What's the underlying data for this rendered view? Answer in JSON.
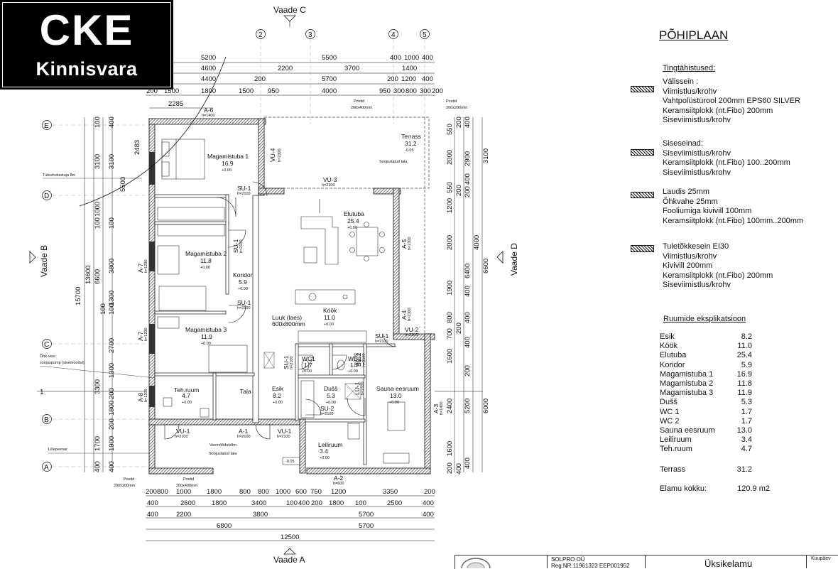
{
  "logo": {
    "main": "CKE",
    "sub": "Kinnisvara"
  },
  "title": "PÕHIPLAAN",
  "legend": {
    "heading": "Tingtähistused:",
    "items": [
      {
        "lines": [
          "Välissein :",
          "Viimistlus/krohv",
          "Vahtpolüstürool 200mm EPS60 SILVER",
          "Keramsiitplokk (nt.Fibo) 200mm",
          "Siseviimistlus/krohv"
        ]
      },
      {
        "lines": [
          "Siseseinad:",
          "Siseviimistlus/krohv",
          "Keramsiitplokk (nt.Fibo) 100..200mm",
          "Siseviimistlus/krohv"
        ]
      },
      {
        "lines": [
          "Laudis 25mm",
          "Õhkvahe 25mm",
          "Fooliumiga kivivill 100mm",
          "Keramsiitplokk (nt.Fibo) 100mm..200mm"
        ]
      },
      {
        "lines": [
          "Tuletõkkesein EI30",
          "Viimistlus/krohv",
          "Kivivill 200mm",
          "Keramsiitplokk (nt.Fibo) 200mm",
          "Siseviimistlus/krohv"
        ]
      }
    ]
  },
  "rooms_table": {
    "heading": "Ruumide eksplikatsioon",
    "rows": [
      {
        "name": "Esik",
        "area": "8.2"
      },
      {
        "name": "Köök",
        "area": "11.0"
      },
      {
        "name": "Elutuba",
        "area": "25.4"
      },
      {
        "name": "Koridor",
        "area": "5.9"
      },
      {
        "name": "Magamistuba 1",
        "area": "16.9"
      },
      {
        "name": "Magamistuba 2",
        "area": "11.8"
      },
      {
        "name": "Magamistuba 3",
        "area": "11.9"
      },
      {
        "name": "Dušš",
        "area": "5.3"
      },
      {
        "name": "WC 1",
        "area": "1.7"
      },
      {
        "name": "WC 2",
        "area": "1.7"
      },
      {
        "name": "Sauna eesruum",
        "area": "13.0"
      },
      {
        "name": "Leiliruum",
        "area": "3.4"
      },
      {
        "name": "Teh.ruum",
        "area": "4.7"
      }
    ],
    "terrace": {
      "name": "Terrass",
      "area": "31.2"
    },
    "total": {
      "name": "Elamu kokku:",
      "area": "120.9 m2"
    }
  },
  "title_block": {
    "company": "SOLPRO OÜ",
    "reg": "Reg.NR.11961323 EEP001952",
    "project": "Üksikelamu",
    "date_label": "Kuupäev"
  },
  "views": {
    "c": "Vaade C",
    "a": "Vaade A",
    "b": "Vaade B",
    "d": "Vaade D"
  },
  "axes": {
    "top": [
      "2",
      "3",
      "4",
      "5"
    ],
    "left": [
      "E",
      "D",
      "C",
      "1",
      "B",
      "A"
    ]
  },
  "dims": {
    "top1": [
      "5200",
      "5500",
      "400",
      "1000",
      "400"
    ],
    "top2": [
      "4600",
      "2200",
      "3700",
      "1400"
    ],
    "top3": [
      "4400",
      "200",
      "5700",
      "200",
      "1200",
      "400"
    ],
    "top4": [
      "200",
      "1500",
      "1800",
      "1500",
      "950",
      "4000",
      "950",
      "300",
      "800",
      "300",
      "200"
    ],
    "bottom1": [
      "200",
      "800",
      "1000",
      "1800",
      "800",
      "800",
      "1000",
      "600",
      "750",
      "1200",
      "3350",
      "200"
    ],
    "bottom2": [
      "400",
      "2600",
      "1800",
      "3400",
      "100",
      "400",
      "200",
      "1800",
      "100",
      "2500",
      "400"
    ],
    "bottom3": [
      "400",
      "2200",
      "3800",
      "5700",
      "400"
    ],
    "bottom4": [
      "6800",
      "5700"
    ],
    "bottom5": [
      "12500"
    ],
    "left_total": "15700",
    "left2": [
      "13600"
    ],
    "left3": [
      "100",
      "3100",
      "5500",
      "1000",
      "100",
      "6600",
      "3300",
      "1700",
      "400"
    ],
    "left4": [
      "400",
      "3100",
      "100",
      "3800",
      "100",
      "1300",
      "100",
      "2700",
      "1300",
      "200",
      "1800",
      "200",
      "1900",
      "400"
    ],
    "right1": [
      "3100",
      "6600",
      "6000"
    ],
    "right2": [
      "400",
      "2900",
      "200",
      "4000",
      "6400",
      "5200"
    ],
    "right3": [
      "550",
      "2000",
      "550",
      "1200",
      "2000",
      "1900",
      "800",
      "700",
      "1600",
      "2400",
      "1600",
      "200"
    ],
    "right4": [
      "200",
      "400",
      "200",
      "400",
      "400",
      "400",
      "200",
      "400",
      "200",
      "400"
    ],
    "misc": [
      "2285",
      "2483"
    ]
  },
  "rooms": [
    {
      "name": "Magamistuba 1",
      "area": "16.9",
      "level": "+0.00"
    },
    {
      "name": "Magamistuba 2",
      "area": "11.8",
      "level": "+0.00"
    },
    {
      "name": "Magamistuba 3",
      "area": "11.9",
      "level": "+0.00"
    },
    {
      "name": "Koridor",
      "area": "5.9",
      "level": "+0.00"
    },
    {
      "name": "Elutuba",
      "area": "25.4",
      "level": "+0.00"
    },
    {
      "name": "Köök",
      "area": "11.0",
      "level": "+0.00"
    },
    {
      "name": "Terrass",
      "area": "31.2",
      "level": "-0.05"
    },
    {
      "name": "Teh.ruum",
      "area": "4.7",
      "level": "+0.00"
    },
    {
      "name": "Esik",
      "area": "8.2",
      "level": "+0.00"
    },
    {
      "name": "Dušš",
      "area": "5.3",
      "level": "+0.00"
    },
    {
      "name": "WC1",
      "area": "1.7",
      "level": "+0.00"
    },
    {
      "name": "WC2",
      "area": "1.7",
      "level": "+0.00"
    },
    {
      "name": "Sauna eesruum",
      "area": "13.0",
      "level": "+0.00"
    },
    {
      "name": "Leiliruum",
      "area": "3.4",
      "level": "+0.00"
    }
  ],
  "labels": {
    "a6": "A-6",
    "a6h": "h=1400",
    "vu4": "VU-4",
    "vu4h": "h=2300",
    "vu3": "VU-3",
    "vu3h": "h=2300",
    "su1a": "SU-1",
    "su1ah": "h=2100",
    "su1b": "SU-1",
    "su1bh": "h=2100",
    "su1c": "SU-1",
    "su1ch": "h=2100",
    "su1d": "SU-1",
    "su1dh": "h=2100",
    "su1e": "SU-1",
    "su1eh": "h=2100",
    "su1f": "SU-1",
    "su1fh": "h=2100",
    "su2a": "SU-2",
    "su2ah": "h=2100",
    "su2b": "SU-2",
    "su2bh": "h=2100",
    "lu1": "LU-1",
    "lu1h": "h=2100",
    "a5": "A-5",
    "a5h": "h=2300",
    "a4": "A-4",
    "a4h": "h=2300",
    "vu2": "VU-2",
    "vu2h": "h=2300",
    "a7a": "A-7",
    "a7ah": "h=1200",
    "a7b": "A-7",
    "a7bh": "h=1200",
    "a8": "A-8",
    "a8h": "h=1200",
    "a3": "A-3",
    "a3h": "h=1400",
    "a1": "A-1",
    "a1h": "h=2100",
    "vu1a": "VU-1",
    "vu1ah": "h=2100",
    "vu1b": "VU-1",
    "vu1bh": "h=2100",
    "a2": "A-2",
    "a2h": "h=600",
    "postid1": "Postid",
    "postid1s": "200x400mm",
    "postid2": "Postid",
    "postid2s": "200x200mm",
    "postid3": "Postid",
    "postid3s": "200x200mm",
    "postid4": "Postid",
    "postid4s": "200x400mm",
    "soojustatud1": "Soojustatud tala",
    "soojustatud2": "Soojustatud tala",
    "tala": "Tala",
    "luuk": "Luuk (laes)",
    "luuks": "600x800mm",
    "veemoodusolm": "Veemõõdusõlm",
    "lillepeenar": "Lillepeenar",
    "tuleohutuskuja": "Tuleohutuskuja 8m",
    "ohkvesi1": "Õhk-vesi",
    "ohkvesi2": "soojuspump (sisemoodul)",
    "lvl": "-0.05"
  }
}
